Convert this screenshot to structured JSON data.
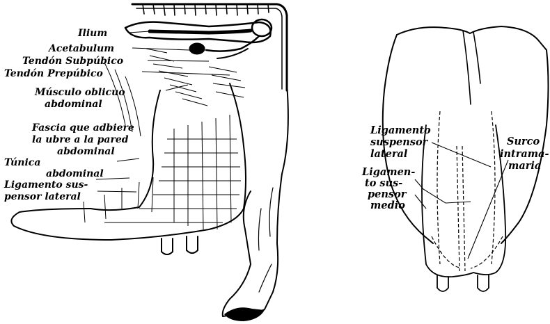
{
  "left_figure": {
    "labels": {
      "ilium": "Ilium",
      "acetabulum": "Acetabulum",
      "tendon_subpubico": "Tendón Subpúbico",
      "tendon_prepubico": "Tendón Prepúbico",
      "musculo_line1": "Músculo oblicuo",
      "musculo_line2": "abdominal",
      "fascia_line1": "Fascia que adbiere",
      "fascia_line2": "la ubre a la pared",
      "fascia_line3": "abdominal",
      "tunica_line1": "Túnica",
      "tunica_line2": "abdominal",
      "ligamento_line1": "Ligamento sus-",
      "ligamento_line2": "pensor lateral"
    }
  },
  "right_figure": {
    "labels": {
      "lig_lateral_line1": "Ligamento",
      "lig_lateral_line2": "suspensor",
      "lig_lateral_line3": "lateral",
      "lig_medio_line1": "Ligamen-",
      "lig_medio_line2": "to sus-",
      "lig_medio_line3": "pensor",
      "lig_medio_line4": "medio",
      "surco_line1": "Surco",
      "surco_line2": "intrama-",
      "surco_line3": "maria"
    }
  }
}
